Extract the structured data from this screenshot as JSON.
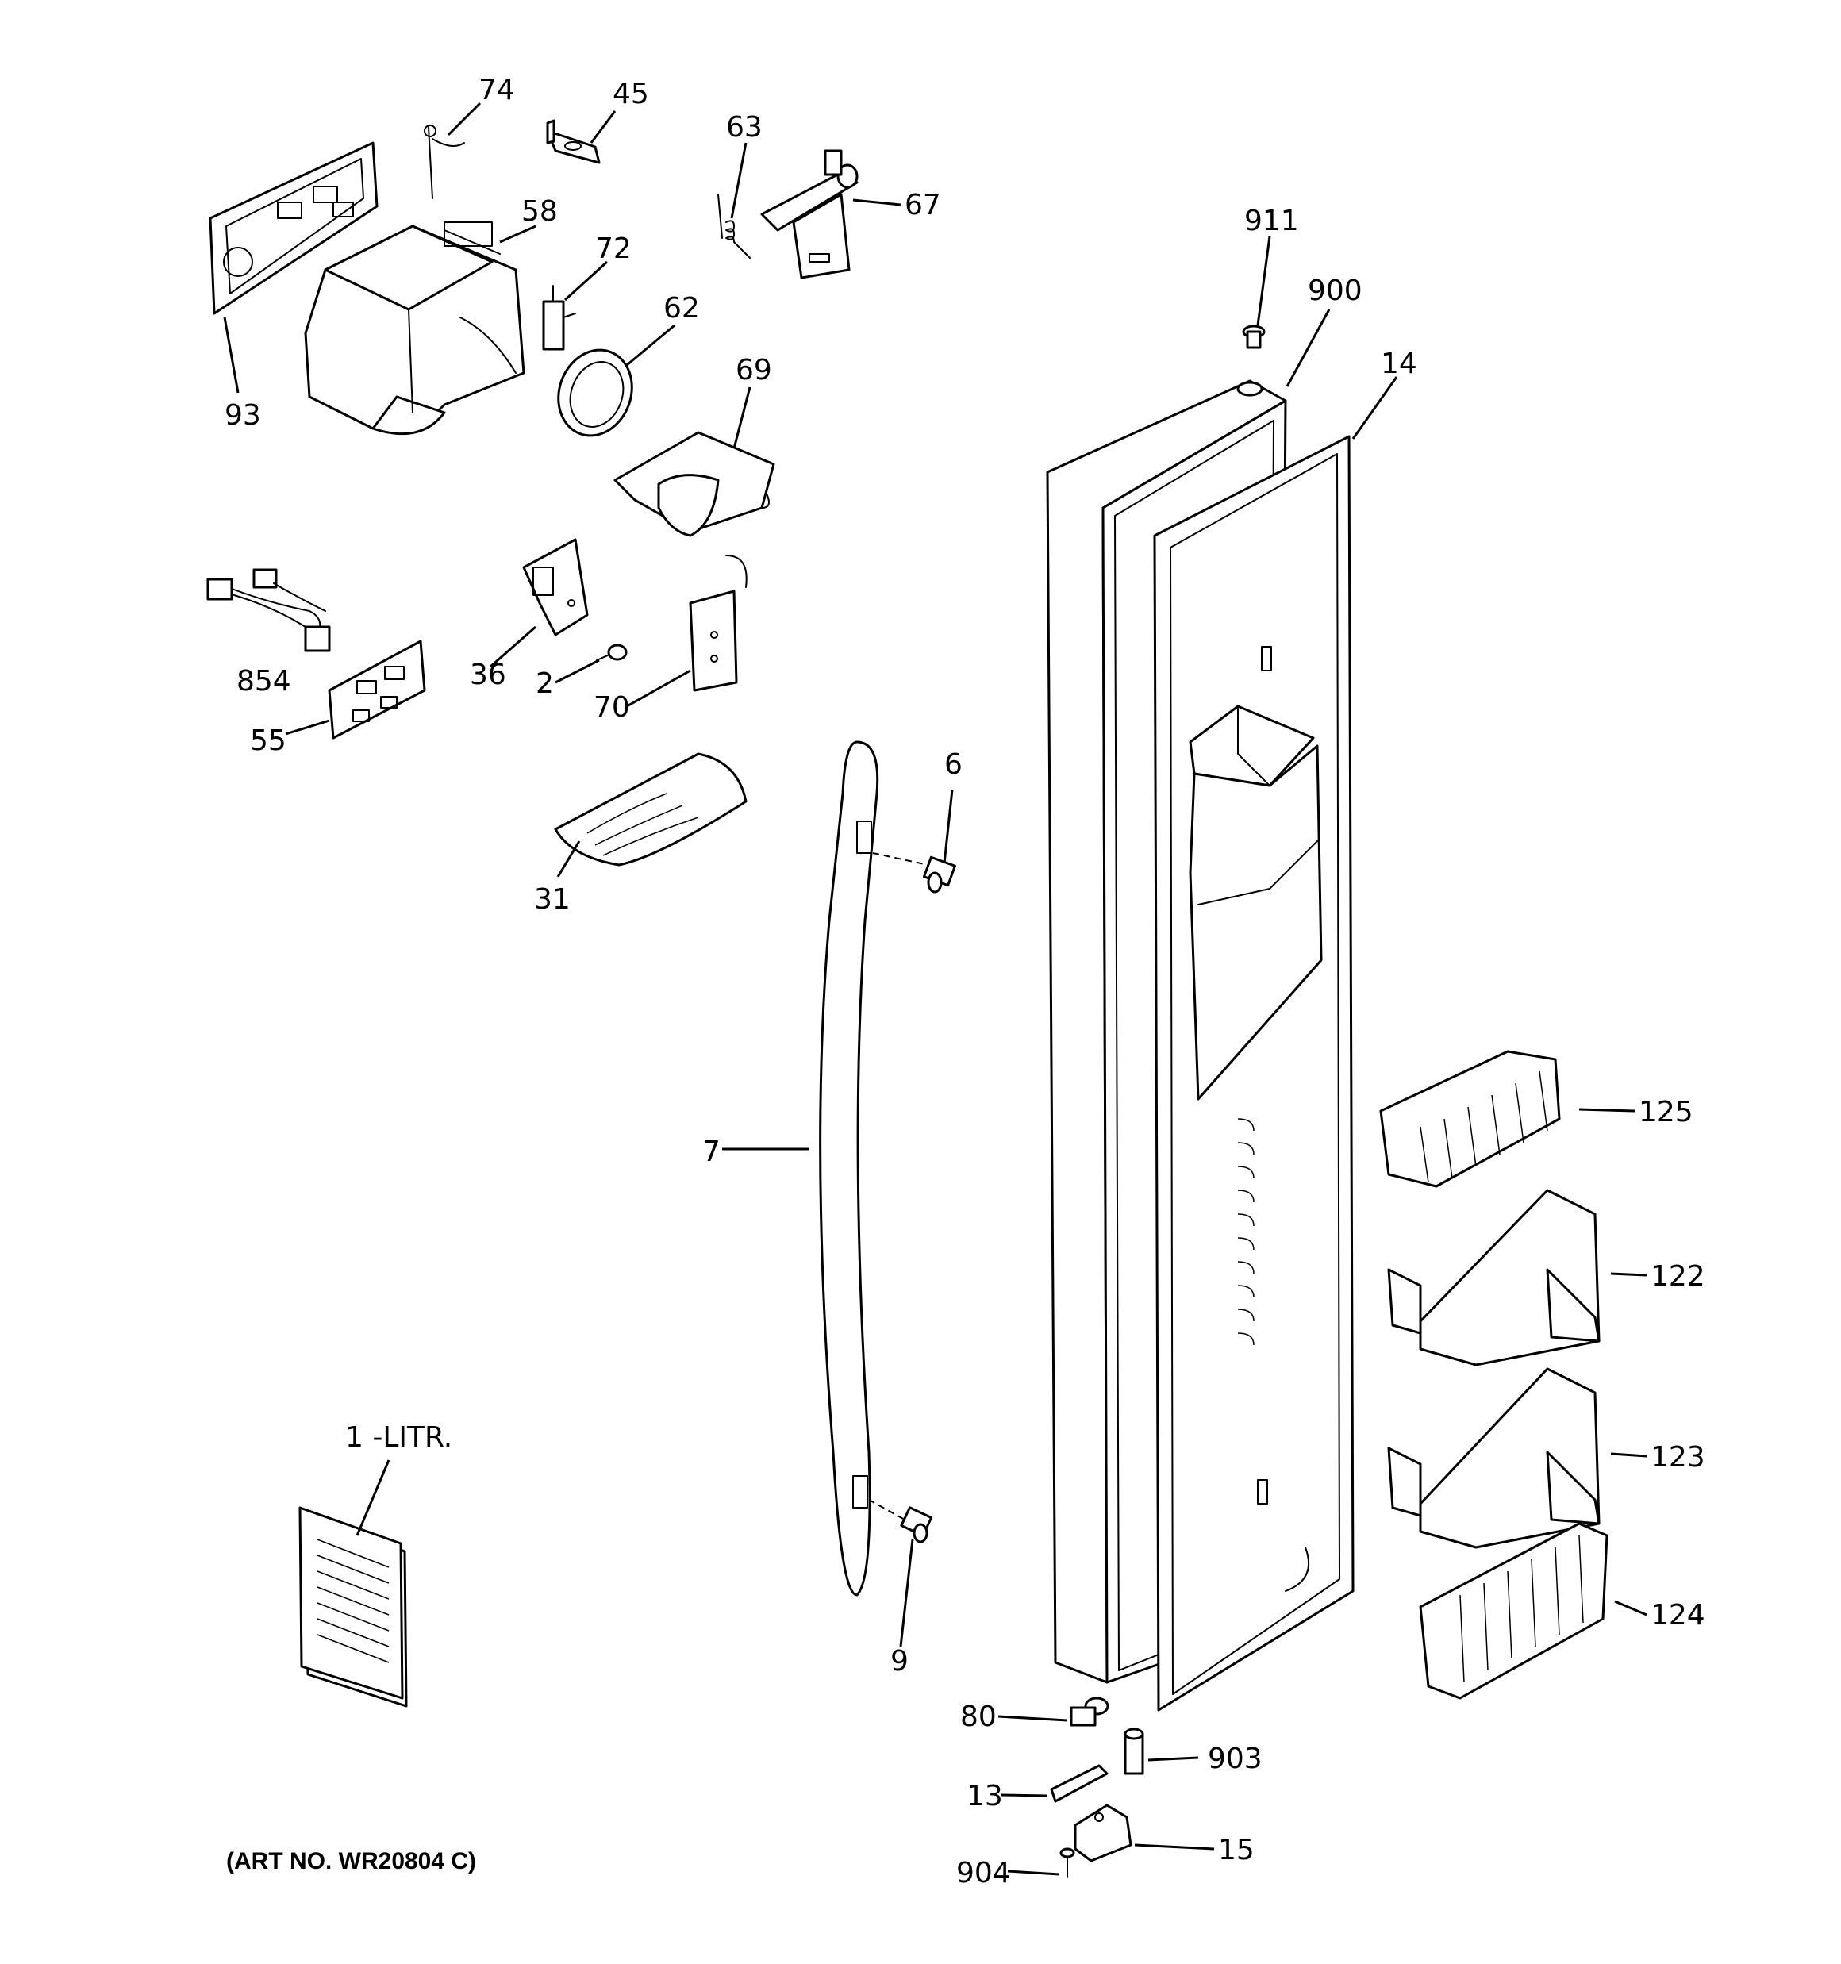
{
  "labels": {
    "p74": "74",
    "p45": "45",
    "p63": "63",
    "p67": "67",
    "p58": "58",
    "p72": "72",
    "p62": "62",
    "p69": "69",
    "p93": "93",
    "p911": "911",
    "p900": "900",
    "p14": "14",
    "p854": "854",
    "p36": "36",
    "p2": "2",
    "p70": "70",
    "p55": "55",
    "p6": "6",
    "p31": "31",
    "p7": "7",
    "p125": "125",
    "p122": "122",
    "p123": "123",
    "p124": "124",
    "p1": "1 -LITR.",
    "p9": "9",
    "p80": "80",
    "p903": "903",
    "p13": "13",
    "p15": "15",
    "p904": "904"
  },
  "art_number": "(ART NO. WR20804 C)"
}
